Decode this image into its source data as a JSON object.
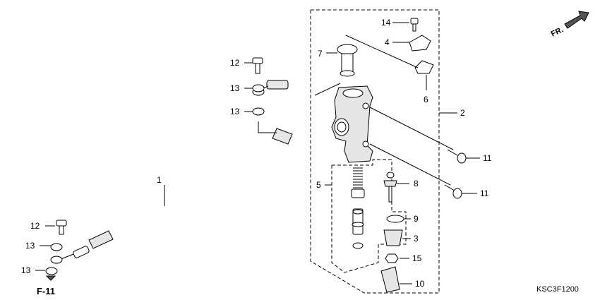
{
  "callouts": [
    "1",
    "2",
    "3",
    "4",
    "5",
    "6",
    "7",
    "8",
    "9",
    "10",
    "11",
    "11",
    "12",
    "12",
    "13",
    "13",
    "13",
    "13",
    "14",
    "15"
  ],
  "ref_label": "F-11",
  "direction_label": "FR.",
  "diagram_code": "KSC3F1200"
}
